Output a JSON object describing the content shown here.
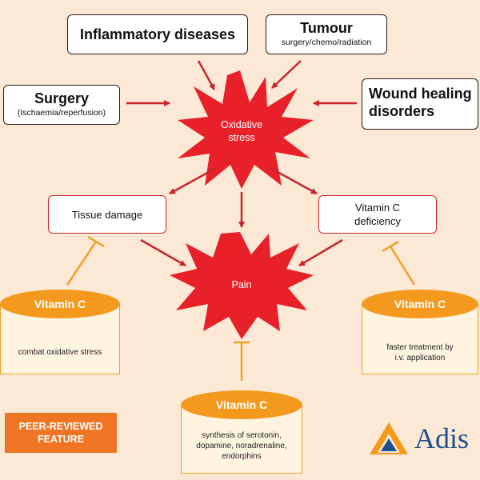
{
  "boxes": {
    "inflammatory": {
      "title": "Inflammatory diseases"
    },
    "tumour": {
      "title": "Tumour",
      "subtitle": "surgery/chemo/radiation"
    },
    "surgery": {
      "title": "Surgery",
      "subtitle": "(Ischaemia/reperfusion)"
    },
    "wound": {
      "title_line1": "Wound healing",
      "title_line2": "disorders"
    },
    "tissue_damage": {
      "label": "Tissue damage"
    },
    "vitc_deficiency": {
      "label_line1": "Vitamin C",
      "label_line2": "deficiency"
    }
  },
  "bursts": {
    "oxidative": {
      "line1": "Oxidative",
      "line2": "stress"
    },
    "pain": {
      "label": "Pain"
    }
  },
  "cylinders": {
    "left": {
      "title": "Vitamin C",
      "desc": "combat oxidative stress"
    },
    "right": {
      "title": "Vitamin C",
      "desc_line1": "faster treatment by",
      "desc_line2": "i.v. application"
    },
    "bottom": {
      "title": "Vitamin C",
      "desc_line1": "synthesis of serotonin,",
      "desc_line2": "dopamine, noradrenaline,",
      "desc_line3": "endorphins"
    }
  },
  "badge": {
    "line1": "PEER-REVIEWED",
    "line2": "FEATURE"
  },
  "logo": {
    "text": "Adis"
  },
  "colors": {
    "background": "#fbe9d6",
    "red": "#c8252b",
    "burst_red": "#e8202a",
    "orange": "#f39a1e",
    "badge_orange": "#ef7524",
    "logo_blue": "#1d4f91"
  }
}
